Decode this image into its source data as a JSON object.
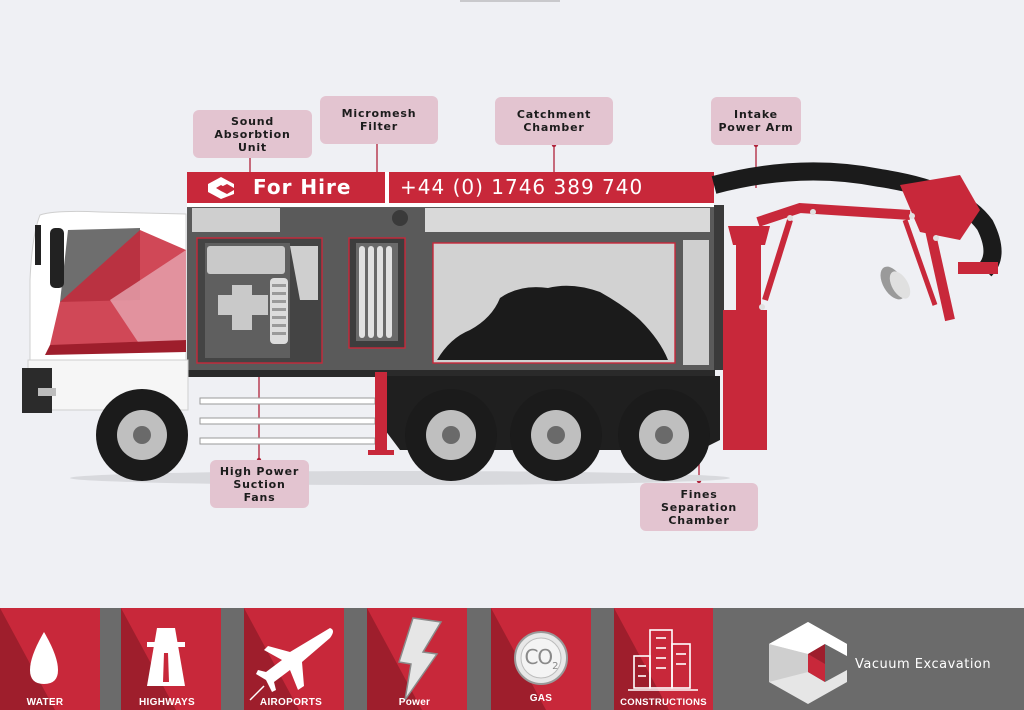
{
  "banner": {
    "hire_text": "For Hire",
    "phone": "+44 (0) 1746 389 740"
  },
  "callouts": {
    "sound_absorption": "Sound\nAbsorbtion Unit",
    "micromesh_filter": "Micromesh\nFilter",
    "catchment_chamber": "Catchment\nChamber",
    "intake_power_arm": "Intake\nPower Arm",
    "suction_fans": "High Power\nSuction Fans",
    "fines_separation": "Fines Separation\nChamber"
  },
  "sectors": [
    {
      "label": "WATER",
      "icon": "water-drop-icon"
    },
    {
      "label": "HIGHWAYS",
      "icon": "highway-icon"
    },
    {
      "label": "AIROPORTS",
      "icon": "airplane-icon"
    },
    {
      "label": "Power",
      "icon": "lightning-icon"
    },
    {
      "label": "GAS",
      "icon": "co2-icon"
    },
    {
      "label": "CONSTRUCTIONS",
      "icon": "buildings-icon"
    }
  ],
  "co2_text": "CO",
  "co2_sub": "2",
  "brand": {
    "name": "Vacuum  Excavation",
    "logo_icon": "company-logo-icon"
  },
  "colors": {
    "accent_red": "#c8283a",
    "dark_red": "#9e1e2c",
    "callout_pink": "#e3c4d0",
    "brand_grey": "#6b6b6b",
    "background": "#eff0f4"
  }
}
